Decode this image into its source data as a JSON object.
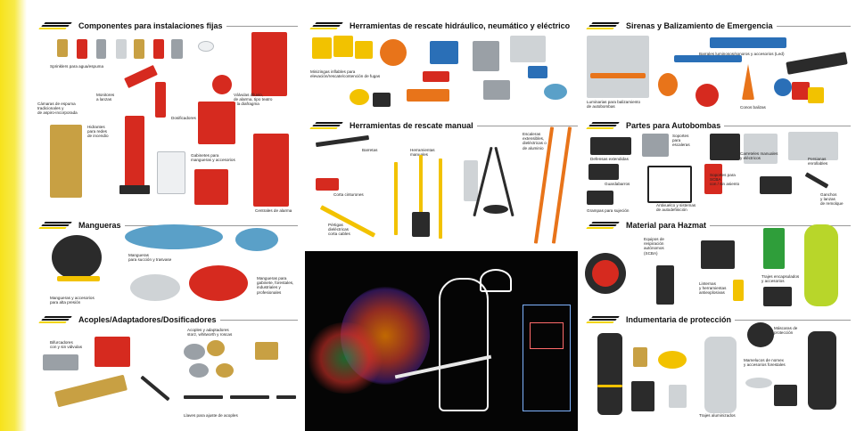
{
  "sections": {
    "fijas": {
      "title": "Componentes para instalaciones fijas",
      "captions": {
        "sprinklers": "Sprinklers para agua/espuma",
        "camaras": "Cámaras de espuma\ntradicionales y\nde aspiro-incorporada",
        "monitores": "Monitores\na lanzas",
        "valvulas": "Válvulas diluvio,\nde alarma, tipo teatro\ny la diafragma",
        "hidrantes": "Hidrantes\npara redes\nde incendio",
        "dosificadores": "Dosificadores",
        "gabinetes": "Gabinetes para\nmangueras y accesorios",
        "centrales": "Centrales de alarma"
      }
    },
    "hidraulico": {
      "title": "Herramientas de rescate hidráulico, neumático y eléctrico",
      "captions": {
        "minizingas": "Minizingas inflables para\nelevación/rescate/contención de fugas"
      }
    },
    "sirenas": {
      "title": "Sirenas y Balizamiento de Emergencia",
      "captions": {
        "barrales": "Barrales luminosos/sonoros y accesorios (Led)",
        "luminarias": "Luminarias para balizamiento\nde autobombas",
        "conos": "Conos balizas"
      }
    },
    "manual": {
      "title": "Herramientas de rescate manual",
      "captions": {
        "barretas": "Barretas",
        "herramientas": "Herramientas\nmanuales",
        "escaleras": "Escaleras\nextensibles,\ndieléctricas o\nde aluminio",
        "corta": "Corta cinturones",
        "pertigas": "Pértigas\ndieléctricas\ncorta cables"
      }
    },
    "autobombas": {
      "title": "Partes para Autobombas",
      "captions": {
        "defensas": "Defensas extendidas",
        "soportes": "Soportes\npara\nescaleras",
        "carreteles": "Carreteles manuales\ny eléctricos",
        "enrollables": "Persianas\nenrollables",
        "guardabarros": "Guardabarros",
        "scba": "Soportes para\nSCBA\ncon / sin asiento",
        "ganchos": "Ganchos\ny lanzas\nde remolque",
        "antivuelco": "Antivuelco y sistemas\nde autodefinición",
        "grampas": "Grampas para sujeción"
      }
    },
    "mangueras": {
      "title": "Mangueras",
      "captions": {
        "succion": "Mangueras\npara succión y trasvase",
        "gabinete": "Mangueras para\ngabinete, forestales,\nindustriales y\nprofesionales",
        "accesorios": "Mangueras y accesorios\npara alta presión"
      }
    },
    "hazmat": {
      "title": "Material para Hazmat",
      "captions": {
        "equipos": "Equipos de\nrespiración\nautónomos\n(SCBA)",
        "linternas": "Linternas\ny herramientas\nantiexplosivas",
        "trajes": "Trajes encapsulados\ny accesorios"
      }
    },
    "acoples": {
      "title": "Acoples/Adaptadores/Dosificadores",
      "captions": {
        "bifurcadores": "Bifurcadores\ncon y sin válvulas",
        "adaptadores": "Acoples y adaptadores\nstorz, whitworth y roscas",
        "llaves": "Llaves para ajuste de acoples"
      }
    },
    "indumentaria": {
      "title": "Indumentaria de protección",
      "captions": {
        "mascaras": "Máscaras de\nprotección",
        "mamelucos": "Mamelucos de nomex\ny accesorios forestales",
        "aluminizados": "Trajes aluminizados"
      }
    }
  },
  "colors": {
    "accent_yellow": "#f7e21b",
    "product_red": "#d62a1f",
    "heading_black": "#111111"
  }
}
